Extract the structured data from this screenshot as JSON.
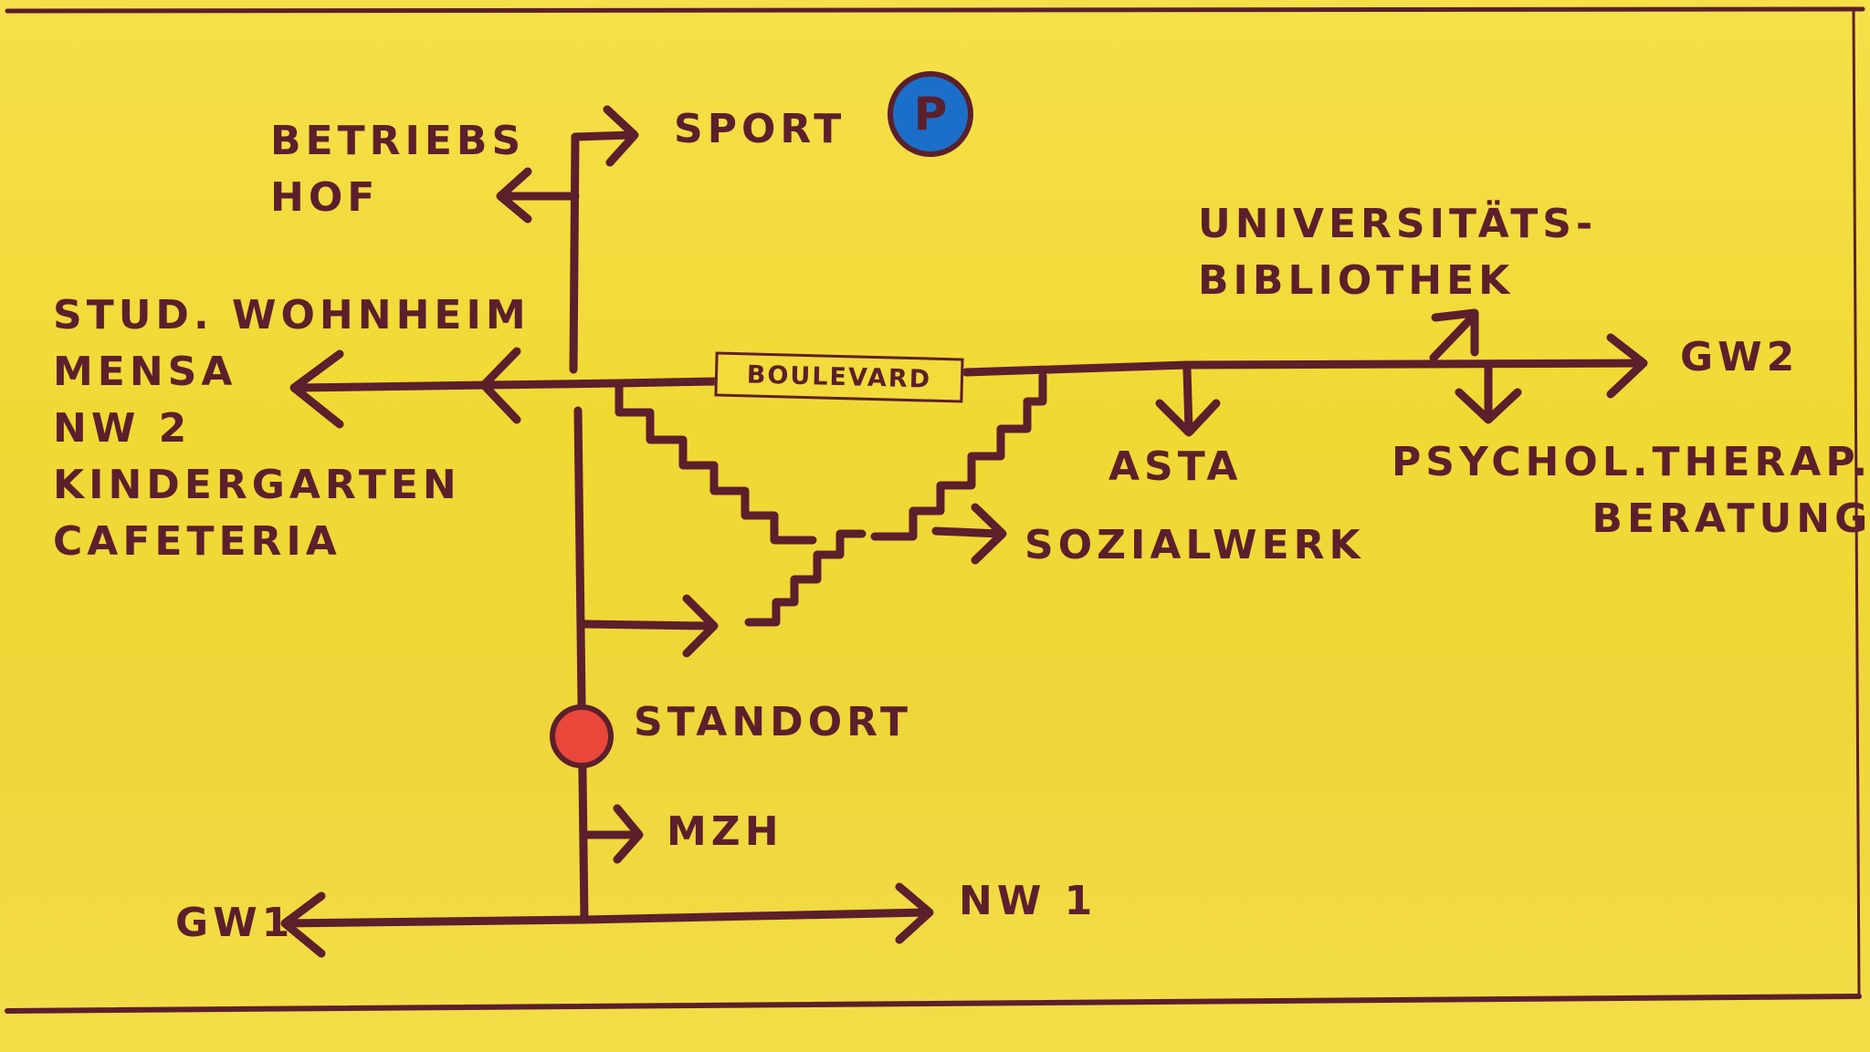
{
  "labels": {
    "betriebshof": "BETRIEBS\nHOF",
    "sport": "SPORT",
    "parking": "P",
    "universitaetsbibliothek": "UNIVERSITÄTS-\nBIBLIOTHEK",
    "wohnheim_group": "STUD. WOHNHEIM\nMENSA\nNW 2\nKINDERGARTEN\nCAFETERIA",
    "boulevard": "BOULEVARD",
    "gw2": "GW2",
    "asta": "ASTA",
    "psychol": "PSYCHOL.THERAP.\nBERATUNG",
    "sozialwerk": "SOZIALWERK",
    "standort": "STANDORT",
    "mzh": "MZH",
    "gw1": "GW1",
    "nw1": "NW 1"
  },
  "colors": {
    "background": "#f2dc3a",
    "ink": "#5c1f2c",
    "parking_fill": "#1b6fc9",
    "standort_fill": "#e8473a"
  }
}
